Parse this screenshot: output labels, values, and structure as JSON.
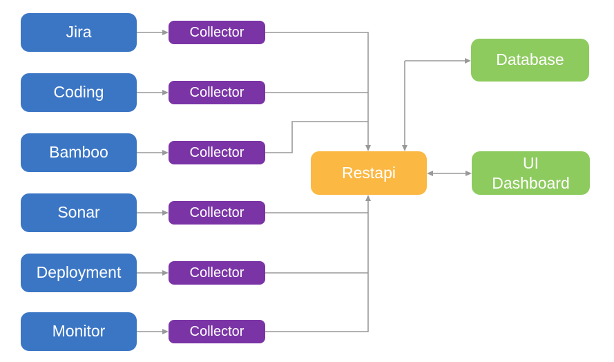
{
  "colors": {
    "node-blue": "#3B76C5",
    "node-purple": "#7B34A6",
    "node-orange": "#FBB843",
    "node-green": "#8ECB5F",
    "line-gray": "#999999",
    "node-text": "#FFFFFF",
    "background": "#FFFFFF"
  },
  "nodes": {
    "sources": [
      {
        "label": "Jira"
      },
      {
        "label": "Coding"
      },
      {
        "label": "Bamboo"
      },
      {
        "label": "Sonar"
      },
      {
        "label": "Deployment"
      },
      {
        "label": "Monitor"
      }
    ],
    "collector": {
      "label": "Collector"
    },
    "restapi": {
      "label": "Restapi"
    },
    "database": {
      "label": "Database"
    },
    "ui_dashboard": {
      "label_line1": "UI",
      "label_line2": "Dashboard"
    }
  }
}
